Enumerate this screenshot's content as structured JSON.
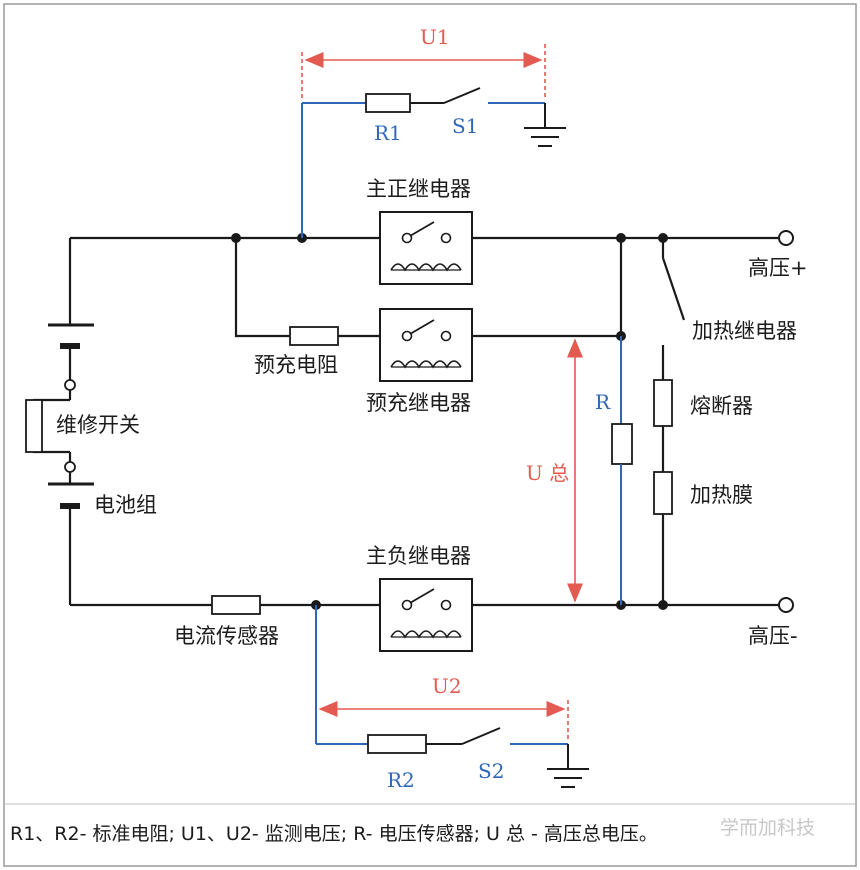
{
  "labels": {
    "u1": "U1",
    "r1": "R1",
    "s1": "S1",
    "main_pos_relay": "主正继电器",
    "hv_pos": "高压+",
    "heating_relay": "加热继电器",
    "precharge_resistor": "预充电阻",
    "precharge_relay": "预充继电器",
    "service_switch": "维修开关",
    "battery_pack": "电池组",
    "r": "R",
    "u_total": "U 总",
    "fuse": "熔断器",
    "heating_film": "加热膜",
    "main_neg_relay": "主负继电器",
    "current_sensor": "电流传感器",
    "hv_neg": "高压-",
    "u2": "U2",
    "r2": "R2",
    "s2": "S2"
  },
  "caption": "R1、R2- 标准电阻; U1、U2- 监测电压; R- 电压传感器; U 总 - 高压总电压。",
  "watermark": "学而加科技",
  "colors": {
    "wire": "#1a1a1a",
    "monitor_wire": "#2e67b8",
    "measure_arrow": "#e35a50",
    "frame": "#9a9a9a"
  }
}
